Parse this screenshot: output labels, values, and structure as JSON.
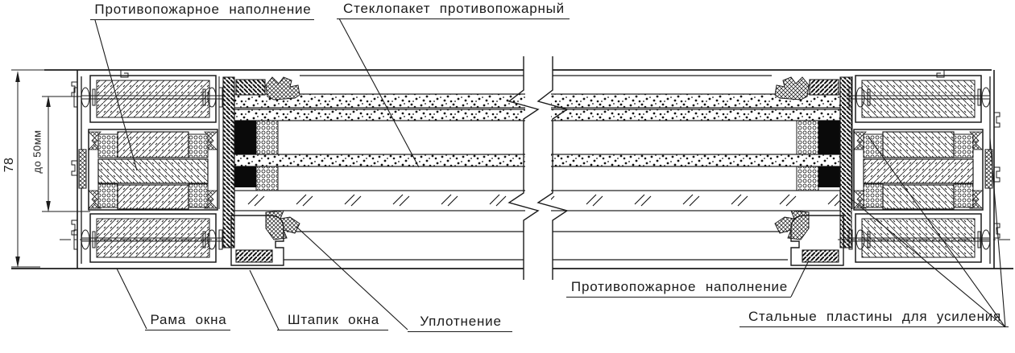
{
  "drawing": {
    "type": "technical-section",
    "background": "#ffffff",
    "line_color": "#1b1b1b",
    "labels": {
      "fire_filling_top": "Противопожарное наполнение",
      "glazing_unit": "Стеклопакет противопожарный",
      "window_frame": "Рама окна",
      "glazing_bead": "Штапик окна",
      "seal": "Уплотнение",
      "fire_filling_bottom": "Противопожарное наполнение",
      "steel_plates": "Стальные пластины для усиления"
    },
    "dimensions": {
      "frame_depth": "78",
      "max_glazing_thickness": "до 50мм"
    }
  }
}
